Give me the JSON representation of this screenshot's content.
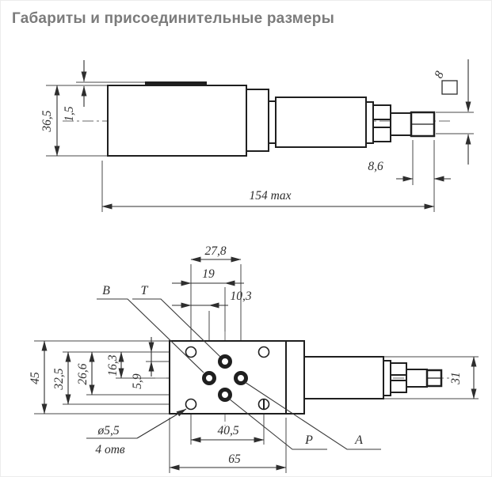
{
  "title": "Габариты и присоединительные размеры",
  "colors": {
    "title_text": "#7b7b7b",
    "outline": "#1f1f1f",
    "dimension": "#2e2e2e",
    "thin_line": "#4a4a4a"
  },
  "side_view": {
    "dim_body_height": "36,5",
    "dim_plate_thickness": "1,5",
    "dim_overall_length": "154 max",
    "dim_square_end_length": "8,6",
    "dim_square_end_size": "8"
  },
  "plan_view": {
    "dim_block_height": "45",
    "dim_mount_holes_vertical": "32,5",
    "dim_port_p_row": "26,6",
    "dim_ports_ab_row": "16,3",
    "dim_port_t_row": "5,9",
    "dim_port_a_col": "27,8",
    "dim_ports_tp_col": "19",
    "dim_port_b_col": "10,3",
    "dim_mount_holes_horizontal": "40,5",
    "dim_block_length": "65",
    "dim_valve_body_height": "31",
    "mount_hole_note_diameter": "ø5,5",
    "mount_hole_note_count": "4 отв",
    "port_labels": {
      "b": "B",
      "t": "T",
      "p": "P",
      "a": "A"
    }
  }
}
